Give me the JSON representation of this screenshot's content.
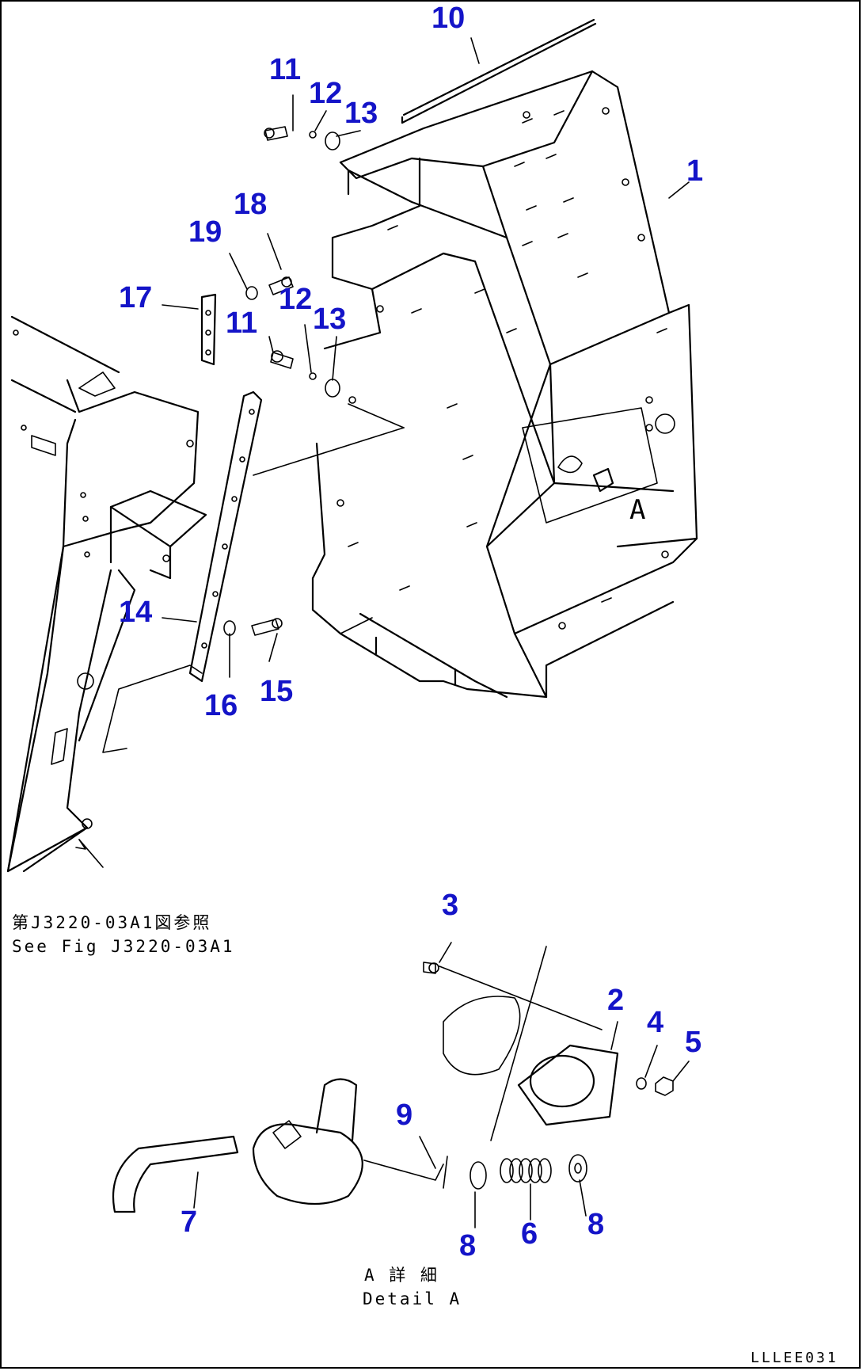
{
  "callouts": {
    "p1": "1",
    "p2": "2",
    "p3": "3",
    "p4": "4",
    "p5": "5",
    "p6": "6",
    "p7": "7",
    "p8a": "8",
    "p8b": "8",
    "p9": "9",
    "p10": "10",
    "p11a": "11",
    "p11b": "11",
    "p12a": "12",
    "p12b": "12",
    "p13a": "13",
    "p13b": "13",
    "p14": "14",
    "p15": "15",
    "p16": "16",
    "p17": "17",
    "p18": "18",
    "p19": "19"
  },
  "notes": {
    "ref_jp": "第J3220-03A1図参照",
    "ref_en": "See Fig J3220-03A1",
    "detail_jp": "A 詳 細",
    "detail_en": "Detail A",
    "view_mark": "A",
    "drawing_code": "LLLEE031"
  },
  "colors": {
    "callout": "#1414c8",
    "line": "#000000",
    "background": "#ffffff"
  }
}
